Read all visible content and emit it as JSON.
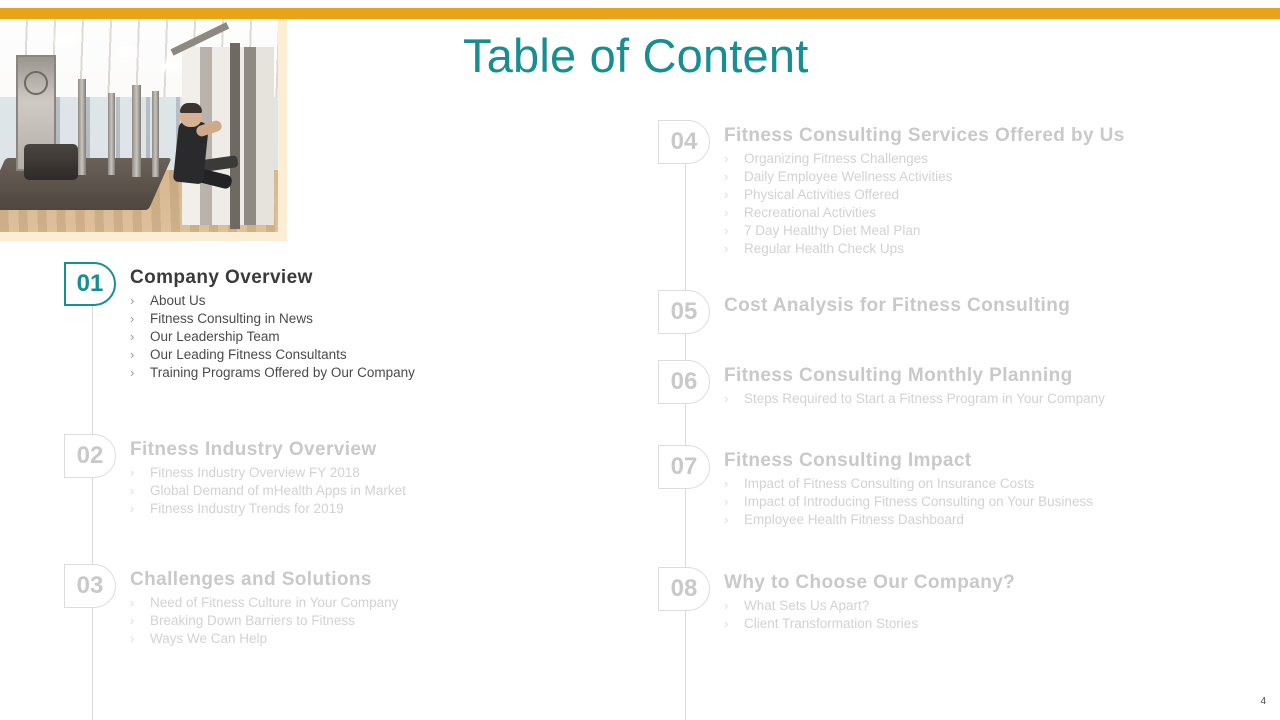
{
  "slide": {
    "title": "Table of Content",
    "page_number": "4",
    "accent_color": "#178e92",
    "bar_color": "#e8a317",
    "photo_border_color": "#fbeed4",
    "inactive_color": "#c9c9c9"
  },
  "photo": {
    "alt": "gym-interior-man-on-weight-machine",
    "name": "gym-photo"
  },
  "chevron": "›",
  "columns": {
    "left": [
      {
        "number": "01",
        "title": "Company Overview",
        "active": true,
        "subs": [
          "About Us",
          "Fitness Consulting in News",
          "Our Leadership Team",
          "Our Leading Fitness Consultants",
          "Training Programs Offered by Our Company"
        ]
      },
      {
        "number": "02",
        "title": "Fitness Industry Overview",
        "active": false,
        "subs": [
          "Fitness Industry Overview FY 2018",
          "Global Demand of mHealth Apps in Market",
          "Fitness Industry Trends for 2019"
        ]
      },
      {
        "number": "03",
        "title": "Challenges and Solutions",
        "active": false,
        "subs": [
          "Need of Fitness Culture in Your Company",
          "Breaking Down Barriers to Fitness",
          "Ways We Can Help"
        ]
      }
    ],
    "right": [
      {
        "number": "04",
        "title": "Fitness Consulting  Services Offered by Us",
        "active": false,
        "subs": [
          "Organizing Fitness Challenges",
          "Daily Employee Wellness Activities",
          "Physical Activities Offered",
          "Recreational Activities",
          "7 Day Healthy Diet Meal Plan",
          "Regular Health Check Ups"
        ]
      },
      {
        "number": "05",
        "title": "Cost Analysis for Fitness Consulting",
        "active": false,
        "subs": []
      },
      {
        "number": "06",
        "title": "Fitness Consulting  Monthly Planning",
        "active": false,
        "subs": [
          "Steps Required to Start a Fitness Program in Your Company"
        ]
      },
      {
        "number": "07",
        "title": "Fitness Consulting  Impact",
        "active": false,
        "subs": [
          "Impact of Fitness Consulting on Insurance Costs",
          "Impact of Introducing Fitness Consulting on Your Business",
          "Employee Health Fitness Dashboard"
        ]
      },
      {
        "number": "08",
        "title": "Why to Choose Our Company?",
        "active": false,
        "subs": [
          "What Sets Us Apart?",
          "Client Transformation Stories"
        ]
      }
    ]
  }
}
